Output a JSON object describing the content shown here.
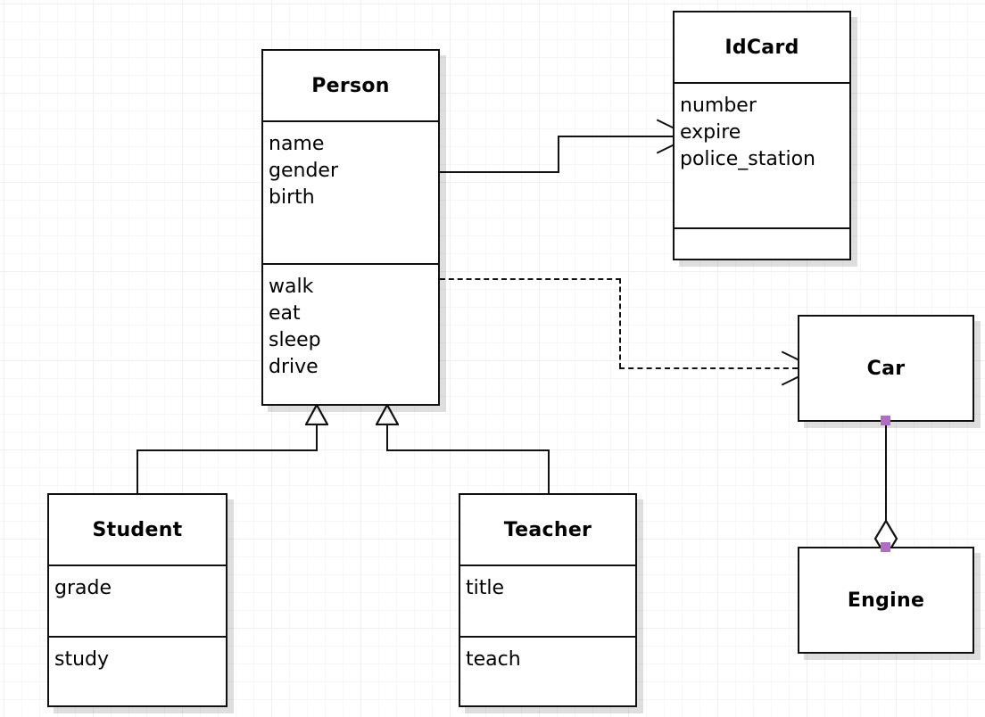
{
  "diagram": {
    "type": "uml-class-diagram",
    "background": "#ffffff",
    "grid_color": "#f0f0f0",
    "line_color": "#111111",
    "handle_color": "#b06ec0"
  },
  "classes": {
    "person": {
      "name": "Person",
      "attributes": [
        "name",
        "gender",
        "birth"
      ],
      "methods": [
        "walk",
        "eat",
        "sleep",
        "drive"
      ]
    },
    "idcard": {
      "name": "IdCard",
      "attributes": [
        "number",
        "expire",
        "police_station"
      ],
      "methods": []
    },
    "student": {
      "name": "Student",
      "attributes": [
        "grade"
      ],
      "methods": [
        "study"
      ]
    },
    "teacher": {
      "name": "Teacher",
      "attributes": [
        "title"
      ],
      "methods": [
        "teach"
      ]
    },
    "car": {
      "name": "Car",
      "attributes": [],
      "methods": []
    },
    "engine": {
      "name": "Engine",
      "attributes": [],
      "methods": []
    }
  },
  "relationships": [
    {
      "id": "person-idcard",
      "kind": "association",
      "from": "Person",
      "to": "IdCard",
      "line": "solid",
      "arrow": "open-arrow"
    },
    {
      "id": "person-car",
      "kind": "dependency",
      "from": "Person",
      "to": "Car",
      "line": "dashed",
      "arrow": "open-arrow"
    },
    {
      "id": "student-person",
      "kind": "generalization",
      "from": "Student",
      "to": "Person",
      "line": "solid",
      "arrow": "hollow-triangle"
    },
    {
      "id": "teacher-person",
      "kind": "generalization",
      "from": "Teacher",
      "to": "Person",
      "line": "solid",
      "arrow": "hollow-triangle"
    },
    {
      "id": "car-engine",
      "kind": "aggregation",
      "from": "Car",
      "to": "Engine",
      "line": "solid",
      "arrow": "hollow-diamond"
    }
  ]
}
